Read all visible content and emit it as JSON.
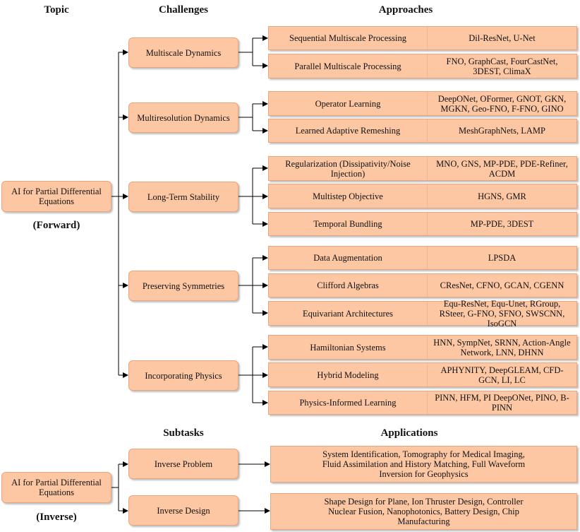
{
  "headers": {
    "topic": "Topic",
    "challenges": "Challenges",
    "approaches": "Approaches",
    "subtasks": "Subtasks",
    "applications": "Applications"
  },
  "forward": {
    "topic": "AI for Partial Differential Equations",
    "label": "(Forward)",
    "challenges": [
      {
        "name": "Multiscale Dynamics",
        "approaches": [
          {
            "name": "Sequential Multiscale Processing",
            "methods": "Dil-ResNet, U-Net"
          },
          {
            "name": "Parallel Multiscale Processing",
            "methods": "FNO, GraphCast, FourCastNet, 3DEST, ClimaX"
          }
        ]
      },
      {
        "name": "Multiresolution Dynamics",
        "approaches": [
          {
            "name": "Operator Learning",
            "methods": "DeepONet, OFormer, GNOT, GKN, MGKN, Geo-FNO, F-FNO, GINO"
          },
          {
            "name": "Learned Adaptive Remeshing",
            "methods": "MeshGraphNets, LAMP"
          }
        ]
      },
      {
        "name": "Long-Term Stability",
        "approaches": [
          {
            "name": "Regularization (Dissipativity/Noise Injection)",
            "methods": "MNO, GNS, MP-PDE, PDE-Refiner, ACDM"
          },
          {
            "name": "Multistep Objective",
            "methods": "HGNS, GMR"
          },
          {
            "name": "Temporal Bundling",
            "methods": "MP-PDE, 3DEST"
          }
        ]
      },
      {
        "name": "Preserving Symmetries",
        "approaches": [
          {
            "name": "Data Augmentation",
            "methods": "LPSDA"
          },
          {
            "name": "Clifford Algebras",
            "methods": "CResNet, CFNO, GCAN, CGENN"
          },
          {
            "name": "Equivariant Architectures",
            "methods": "Equ-ResNet, Equ-Unet, RGroup, RSteer, G-FNO, SFNO, SWSCNN, IsoGCN"
          }
        ]
      },
      {
        "name": "Incorporating Physics",
        "approaches": [
          {
            "name": "Hamiltonian Systems",
            "methods": "HNN, SympNet, SRNN, Action-Angle Network, LNN, DHNN"
          },
          {
            "name": "Hybrid Modeling",
            "methods": "APHYNITY, DeepGLEAM, CFD-GCN, LI, LC"
          },
          {
            "name": "Physics-Informed Learning",
            "methods": "PINN, HFM, PI DeepONet, PINO, B-PINN"
          }
        ]
      }
    ]
  },
  "inverse": {
    "topic": "AI for Partial Differential Equations",
    "label": "(Inverse)",
    "subtasks": [
      {
        "name": "Inverse Problem",
        "applications": "System Identification, Tomography for Medical Imaging, Fluid Assimilation and History Matching, Full Waveform Inversion for Geophysics"
      },
      {
        "name": "Inverse Design",
        "applications": "Shape Design for Plane, Ion Thruster Design, Controller Nuclear Fusion, Nanophotonics, Battery Design, Chip Manufacturing"
      }
    ]
  }
}
